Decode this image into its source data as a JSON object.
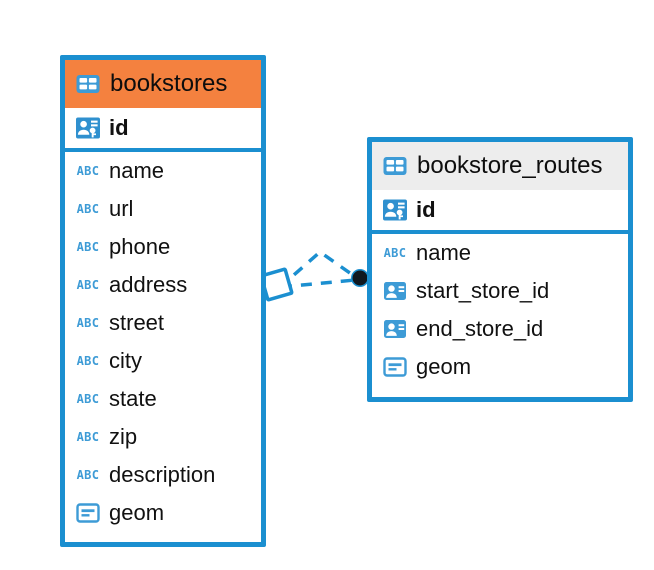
{
  "diagram": {
    "type": "entity-relationship-diagram",
    "background_color": "#ffffff",
    "accent_color": "#1b8fd0",
    "entities": [
      {
        "name": "bookstores",
        "header_color": "#f4813f",
        "icon": "table-icon",
        "columns": [
          {
            "label": "id",
            "icon": "primary-key-icon",
            "key": "primary"
          },
          {
            "label": "name",
            "icon": "abc-text-icon",
            "key": "none"
          },
          {
            "label": "url",
            "icon": "abc-text-icon",
            "key": "none"
          },
          {
            "label": "phone",
            "icon": "abc-text-icon",
            "key": "none"
          },
          {
            "label": "address",
            "icon": "abc-text-icon",
            "key": "none"
          },
          {
            "label": "street",
            "icon": "abc-text-icon",
            "key": "none"
          },
          {
            "label": "city",
            "icon": "abc-text-icon",
            "key": "none"
          },
          {
            "label": "state",
            "icon": "abc-text-icon",
            "key": "none"
          },
          {
            "label": "zip",
            "icon": "abc-text-icon",
            "key": "none"
          },
          {
            "label": "description",
            "icon": "abc-text-icon",
            "key": "none"
          },
          {
            "label": "geom",
            "icon": "geometry-icon",
            "key": "none"
          }
        ]
      },
      {
        "name": "bookstore_routes",
        "header_color": "#ededed",
        "icon": "table-icon",
        "columns": [
          {
            "label": "id",
            "icon": "primary-key-icon",
            "key": "primary"
          },
          {
            "label": "name",
            "icon": "abc-text-icon",
            "key": "none"
          },
          {
            "label": "start_store_id",
            "icon": "foreign-key-icon",
            "key": "foreign"
          },
          {
            "label": "end_store_id",
            "icon": "foreign-key-icon",
            "key": "foreign"
          },
          {
            "label": "geom",
            "icon": "geometry-icon",
            "key": "none"
          }
        ]
      }
    ],
    "relationships": [
      {
        "from_entity": "bookstores",
        "to_entity": "bookstore_routes",
        "from_marker": "diamond-marker",
        "to_marker": "filled-circle-marker",
        "line_style": "dashed",
        "line_color": "#1b8fd0"
      },
      {
        "from_entity": "bookstores",
        "to_entity": "bookstore_routes",
        "from_marker": "diamond-marker",
        "to_marker": "filled-circle-marker",
        "line_style": "dashed",
        "line_color": "#1b8fd0"
      }
    ]
  }
}
